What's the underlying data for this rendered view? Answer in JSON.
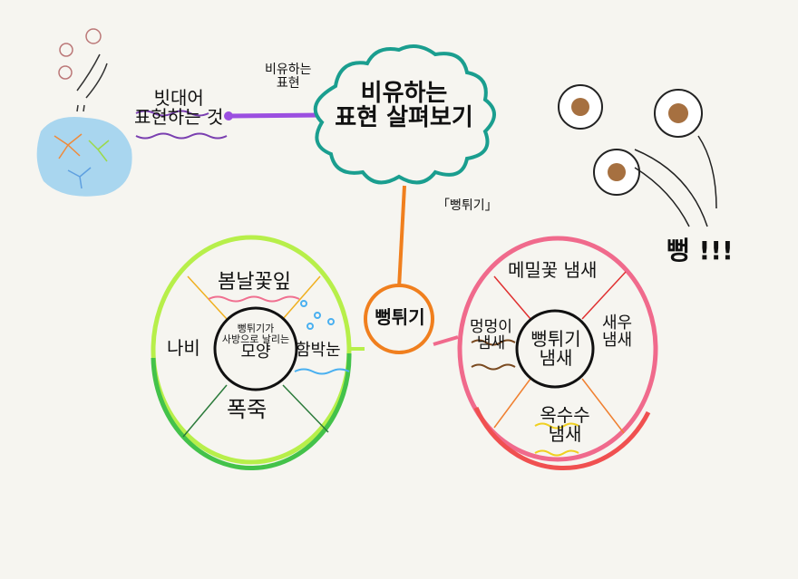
{
  "title": {
    "line1": "비유하는",
    "line2": "표현 살펴보기"
  },
  "link_label": {
    "line1": "비유하는",
    "line2": "표현"
  },
  "definition": {
    "line1": "빗대어",
    "line2": "표현하는 것"
  },
  "quote_title": "「뻥튀기」",
  "sound": "뻥 !!!",
  "hub": "뻥튀기",
  "left_group": {
    "center": {
      "line1": "뻥튀기가",
      "line2": "사방으로 날리는",
      "line3": "모양"
    },
    "items": [
      "봄날꽃잎",
      "함박눈",
      "폭죽",
      "나비"
    ]
  },
  "right_group": {
    "center": {
      "line1": "뻥튀기",
      "line2": "냄새"
    },
    "items": [
      {
        "line1": "메밀꽃 냄새",
        "line2": ""
      },
      {
        "line1": "새우",
        "line2": "냄새"
      },
      {
        "line1": "옥수수",
        "line2": "냄새"
      },
      {
        "line1": "멍멍이",
        "line2": "냄새"
      }
    ]
  },
  "colors": {
    "cloud": "#1a9e8f",
    "purple": "#9b4fe0",
    "orange": "#f07f1e",
    "green": "#43c24a",
    "lime": "#b7ef4a",
    "pink": "#f06a8c",
    "red": "#f05050"
  }
}
